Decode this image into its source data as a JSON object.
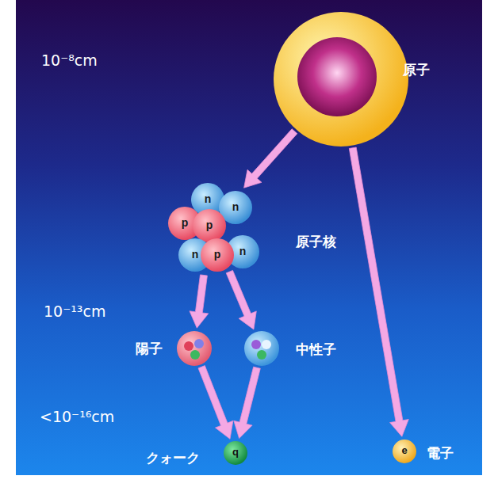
{
  "diagram": {
    "nodes": [
      {
        "text": [
          "原子"
        ]
      },
      {
        "text": [
          "原子核"
        ]
      },
      {
        "text": [
          "陽子"
        ]
      },
      {
        "text": [
          "中性子"
        ]
      },
      {
        "text": [
          "q",
          "クォーク"
        ]
      },
      {
        "text": [
          "e",
          "電子"
        ]
      }
    ],
    "edges": [
      {
        "from": 0,
        "to": 1,
        "arrow": "to"
      },
      {
        "from": 0,
        "to": 5,
        "arrow": "to"
      },
      {
        "from": 1,
        "to": 2,
        "arrow": "to"
      },
      {
        "from": 1,
        "to": 3,
        "arrow": "to"
      },
      {
        "from": 2,
        "to": 4,
        "arrow": "to"
      },
      {
        "from": 3,
        "to": 4,
        "arrow": "to"
      }
    ],
    "labels": [
      "10⁻⁸cm",
      "10⁻¹³cm",
      "<10⁻¹⁶cm",
      "n",
      "p",
      "p",
      "n",
      "n",
      "p",
      "n"
    ]
  }
}
